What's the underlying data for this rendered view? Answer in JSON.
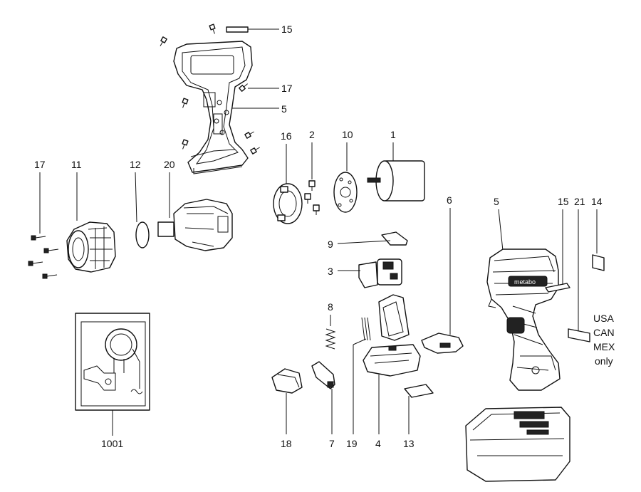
{
  "callouts": {
    "c15_top": "15",
    "c17_top": "17",
    "c5_top": "5",
    "c16": "16",
    "c2": "2",
    "c10": "10",
    "c1": "1",
    "c17_left": "17",
    "c11": "11",
    "c12": "12",
    "c20": "20",
    "c6": "6",
    "c5_right": "5",
    "c15_right": "15",
    "c21": "21",
    "c14": "14",
    "c9": "9",
    "c3": "3",
    "c8": "8",
    "c18": "18",
    "c7": "7",
    "c19": "19",
    "c4": "4",
    "c13": "13",
    "c1001": "1001"
  },
  "region_note": {
    "line1": "USA",
    "line2": "CAN",
    "line3": "MEX",
    "line4": "only"
  },
  "brand_mark": "metabo"
}
